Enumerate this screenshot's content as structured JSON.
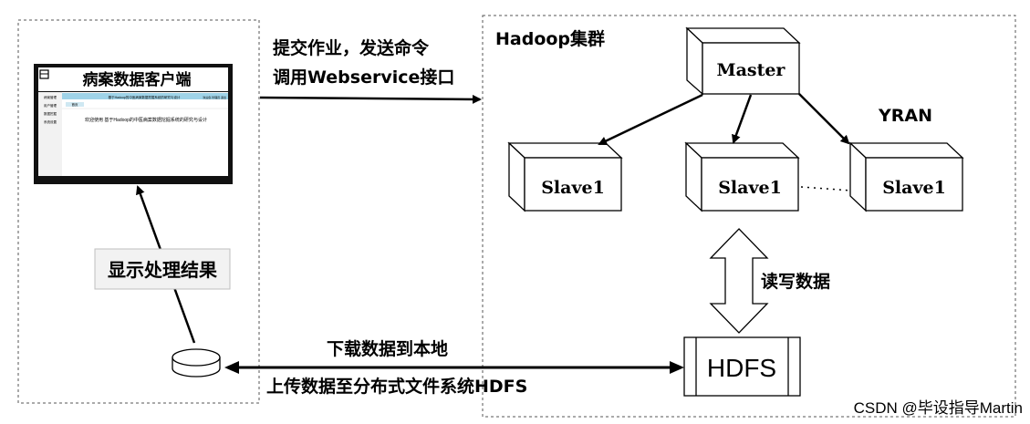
{
  "client": {
    "title": "病案数据客户端",
    "screen_header": "基于Hadoop的中医病案数据挖掘系统的研究与设计",
    "screen_header_right": "欢迎您 管理员 退出",
    "screen_tab": "首页",
    "screen_welcome": "欢迎使用 基于Hadoop的中医病案数据挖掘系统的研究与设计",
    "screen_menu": [
      "病案管理",
      "用户管理",
      "数据挖掘",
      "系统设置"
    ]
  },
  "labels": {
    "result": "显示处理结果",
    "submit_line1": "提交作业，发送命令",
    "submit_line2": "调用Webservice接口",
    "download": "下载数据到本地",
    "upload": "上传数据至分布式文件系统HDFS",
    "read_write": "读写数据"
  },
  "cluster": {
    "title": "Hadoop集群",
    "yarn": "YRAN",
    "master": "Master",
    "slaves": [
      "Slave1",
      "Slave1",
      "Slave1"
    ],
    "hdfs": "HDFS"
  },
  "watermark": "CSDN @毕设指导Martin"
}
